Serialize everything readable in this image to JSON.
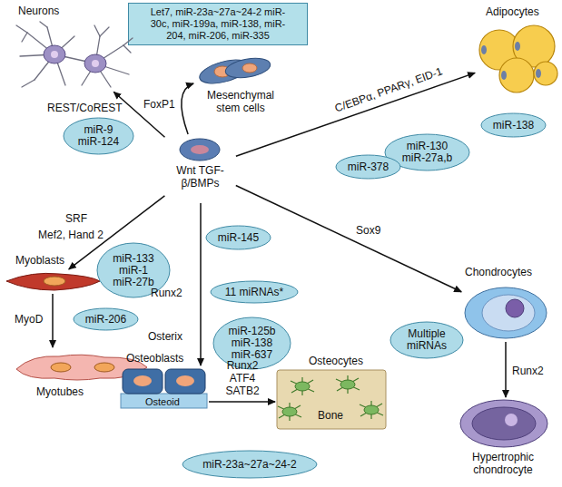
{
  "diagram": {
    "nodes": [
      {
        "text": [
          "Let7, miR-23a~27a~24-2 miR-30c, miR-199a, miR-138, miR-204, miR-206, miR-335"
        ]
      },
      {
        "text": [
          "Mesenchymal stem cells"
        ]
      },
      {
        "text": [
          "Neurons"
        ]
      },
      {
        "text": [
          "Adipocytes"
        ]
      },
      {
        "text": [
          "Wnt TGF-β/BMPs"
        ]
      },
      {
        "text": [
          "miR-9 miR-124"
        ]
      },
      {
        "text": [
          "miR-138"
        ]
      },
      {
        "text": [
          "miR-130 miR-27a,b"
        ]
      },
      {
        "text": [
          "miR-378"
        ]
      },
      {
        "text": [
          "Myoblasts"
        ]
      },
      {
        "text": [
          "miR-133 miR-1 miR-27b"
        ]
      },
      {
        "text": [
          "miR-145"
        ]
      },
      {
        "text": [
          "Chondrocytes"
        ]
      },
      {
        "text": [
          "miR-206"
        ]
      },
      {
        "text": [
          "11 miRNAs*"
        ]
      },
      {
        "text": [
          "miR-125b miR-138 miR-637"
        ]
      },
      {
        "text": [
          "Multiple miRNAs"
        ]
      },
      {
        "text": [
          "Myotubes"
        ]
      },
      {
        "text": [
          "Hypertrophic chondrocyte"
        ]
      },
      {
        "text": [
          "Osteoblasts"
        ]
      },
      {
        "text": [
          "Osteocytes"
        ]
      },
      {
        "text": [
          "miR-23a~27a~24-2"
        ]
      }
    ],
    "edges": [
      {
        "from": 4,
        "to": 1,
        "arrow": "to"
      },
      {
        "from": 4,
        "to": 2,
        "arrow": "to"
      },
      {
        "from": 4,
        "to": 3,
        "arrow": "to"
      },
      {
        "from": 4,
        "to": 9,
        "arrow": "to"
      },
      {
        "from": 4,
        "to": 12,
        "arrow": "to"
      },
      {
        "from": 4,
        "to": 19,
        "arrow": "to"
      },
      {
        "from": 9,
        "to": 17,
        "arrow": "to"
      },
      {
        "from": 12,
        "to": 18,
        "arrow": "to"
      },
      {
        "from": 19,
        "to": 20,
        "arrow": "to"
      }
    ],
    "labels": [
      "REST/CoREST",
      "FoxP1",
      "C/EBPα, PPARγ, EID-1",
      "SRF",
      "Mef2, Hand 2",
      "Sox9",
      "MyoD",
      "Runx2",
      "Osterix",
      "Runx2",
      "Runx2 ATF4 SATB2",
      "Osteoid",
      "Bone"
    ]
  }
}
